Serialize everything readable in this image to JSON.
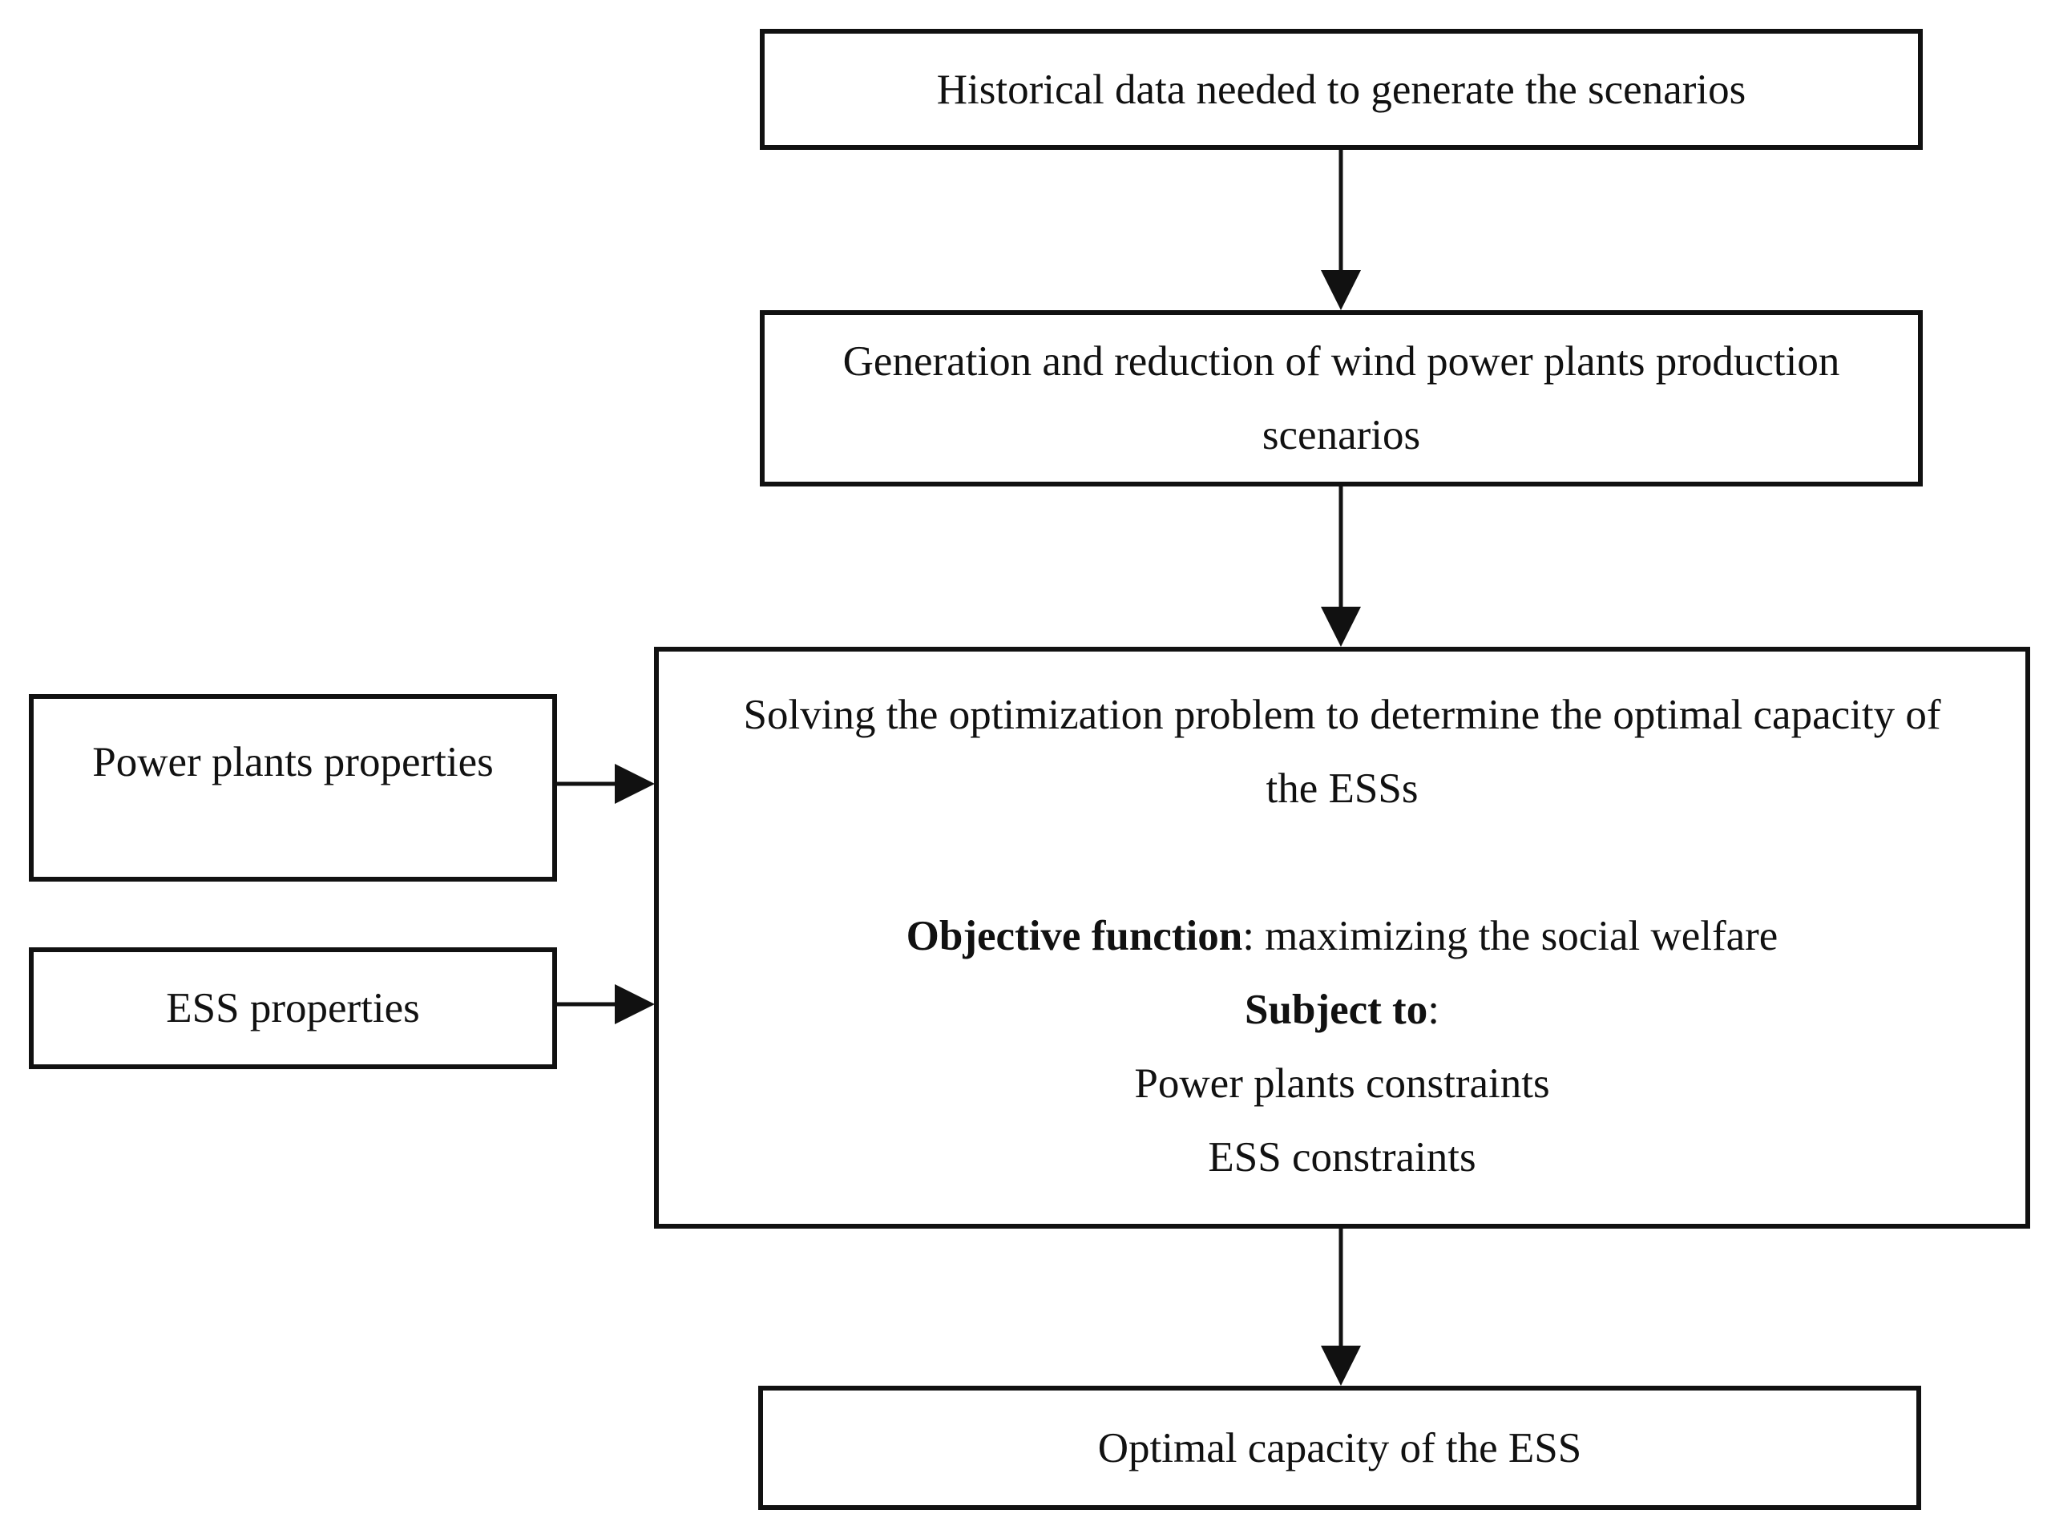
{
  "diagram": {
    "nodes": {
      "historical": {
        "lines": [
          "Historical data needed to generate the scenarios"
        ]
      },
      "generation": {
        "lines": [
          "Generation and reduction of wind power plants production",
          "scenarios"
        ]
      },
      "solving": {
        "heading_lines": [
          "Solving the optimization problem to determine the optimal capacity of",
          "the ESSs"
        ],
        "objective_label": "Objective function",
        "objective_text": ": maximizing the social welfare",
        "subject_label": "Subject to",
        "subject_suffix": ":",
        "constraints": [
          "Power plants constraints",
          "ESS constraints"
        ]
      },
      "optimal": {
        "lines": [
          "Optimal capacity of the ESS"
        ]
      },
      "power_plants": {
        "lines": [
          "Power plants properties"
        ]
      },
      "ess": {
        "lines": [
          "ESS properties"
        ]
      }
    },
    "edges": [
      {
        "from": "historical",
        "to": "generation"
      },
      {
        "from": "generation",
        "to": "solving"
      },
      {
        "from": "power_plants",
        "to": "solving"
      },
      {
        "from": "ess",
        "to": "solving"
      },
      {
        "from": "solving",
        "to": "optimal"
      }
    ]
  }
}
